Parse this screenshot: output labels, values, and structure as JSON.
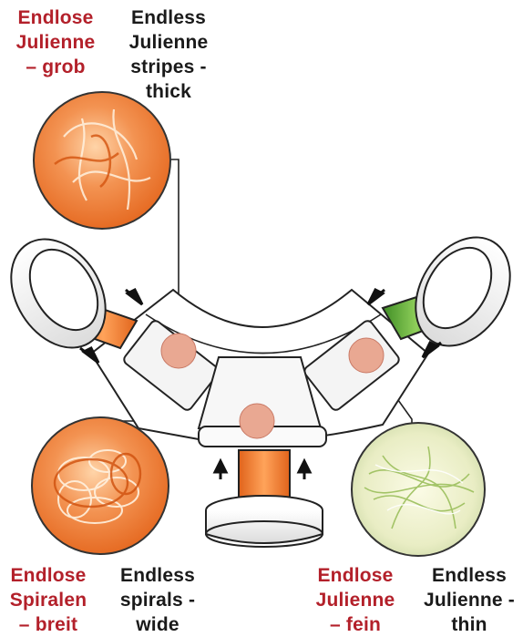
{
  "labels": {
    "top_left_de": [
      "Endlose",
      "Julienne",
      "– grob"
    ],
    "top_left_en": [
      "Endless",
      "Julienne",
      "stripes -",
      "thick"
    ],
    "bottom_left_de": [
      "Endlose",
      "Spiralen",
      "– breit"
    ],
    "bottom_left_en": [
      "Endless",
      "spirals -",
      "wide"
    ],
    "bottom_right_de": [
      "Endlose",
      "Julienne",
      "– fein"
    ],
    "bottom_right_en": [
      "Endless",
      "Julienne -",
      "thin"
    ]
  },
  "icons": {
    "photos": [
      "carrot-thick-julienne-photo",
      "carrot-wide-spirals-photo",
      "zucchini-thin-julienne-photo"
    ],
    "device": "tri-blade-spiralizer-icon",
    "arrows": "arrow-icon"
  },
  "colors": {
    "german_label": "#b3202a",
    "english_label": "#1a1a1a",
    "marker_dot": "#e9a892",
    "carrot": "#ee7a2a",
    "zucchini": "#6bb040",
    "outline": "#222222"
  }
}
